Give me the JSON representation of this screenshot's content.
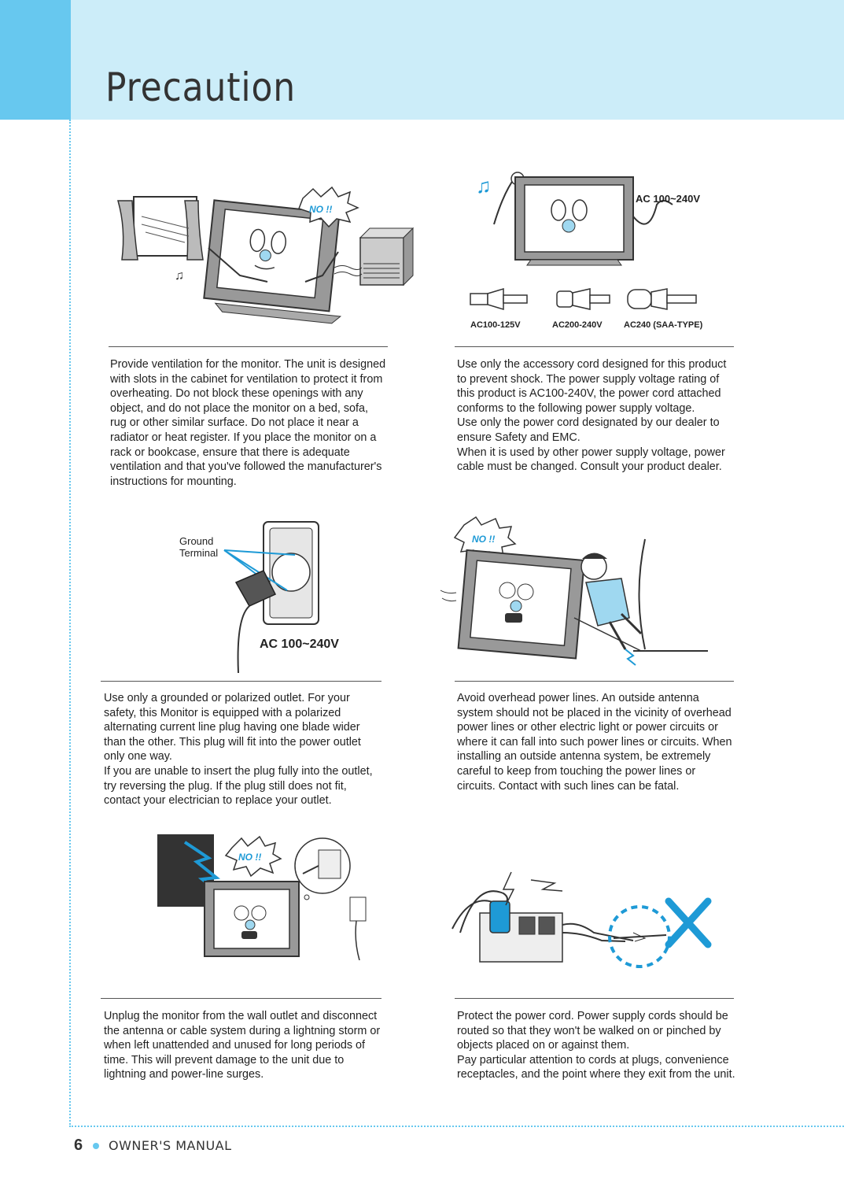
{
  "page": {
    "title": "Precaution",
    "page_number": "6",
    "footer_label": "OWNER'S MANUAL",
    "accent_color": "#67c8ef",
    "header_color": "#ccedf9"
  },
  "sections": [
    {
      "figure": {
        "labels": {
          "no": "NO !!"
        }
      },
      "paragraphs": [
        "Provide ventilation for the monitor. The unit is designed with slots in the cabinet for ventilation to protect it from overheating. Do not block these openings with any object, and do not place the monitor on a bed, sofa, rug or other similar surface. Do not place it near a radiator or heat register. If you place the monitor on a rack or bookcase, ensure that there is adequate ventilation and that you've followed the manufacturer's instructions for mounting."
      ]
    },
    {
      "figure": {
        "labels": {
          "voltage": "AC 100~240V",
          "plug1": "AC100-125V",
          "plug2": "AC200-240V",
          "plug3": "AC240 (SAA-TYPE)"
        }
      },
      "paragraphs": [
        "Use only the accessory cord designed for this product to prevent shock. The power supply voltage rating of this product is AC100-240V, the power cord attached conforms to the following power supply voltage.",
        "Use only the power cord designated by our dealer to ensure Safety and EMC.",
        "When it is used by other power supply voltage, power cable must be changed. Consult your product dealer."
      ]
    },
    {
      "figure": {
        "labels": {
          "ground1": "Ground",
          "ground2": "Terminal",
          "voltage": "AC 100~240V"
        }
      },
      "paragraphs": [
        "Use only a grounded or polarized outlet. For your safety, this Monitor is equipped with a polarized alternating current line plug having one blade wider than the other. This plug will fit into the power outlet only one way.",
        "If you are unable to insert the plug fully into the outlet, try reversing the plug. If the plug still does not fit, contact your electrician to replace your outlet."
      ]
    },
    {
      "figure": {
        "labels": {
          "no": "NO !!"
        }
      },
      "paragraphs": [
        "Avoid overhead power lines. An outside antenna system should not be placed in the vicinity of overhead power lines or other electric light or power circuits or where it can fall into such power lines or circuits. When installing an outside antenna system, be extremely careful to keep from touching the power lines or circuits. Contact with such lines can be fatal."
      ]
    },
    {
      "figure": {
        "labels": {
          "no": "NO !!"
        }
      },
      "paragraphs": [
        "Unplug the monitor from the wall outlet and disconnect the antenna or cable system during a lightning storm or when left unattended and unused for long periods of time. This will prevent damage to the unit due to lightning and power-line surges."
      ]
    },
    {
      "figure": {
        "labels": {}
      },
      "paragraphs": [
        "Protect the power cord. Power supply cords should be routed so that they won't be walked on or pinched by objects placed on or against them.",
        "Pay particular attention to cords at plugs, convenience receptacles, and the point where they exit from the unit."
      ]
    }
  ]
}
